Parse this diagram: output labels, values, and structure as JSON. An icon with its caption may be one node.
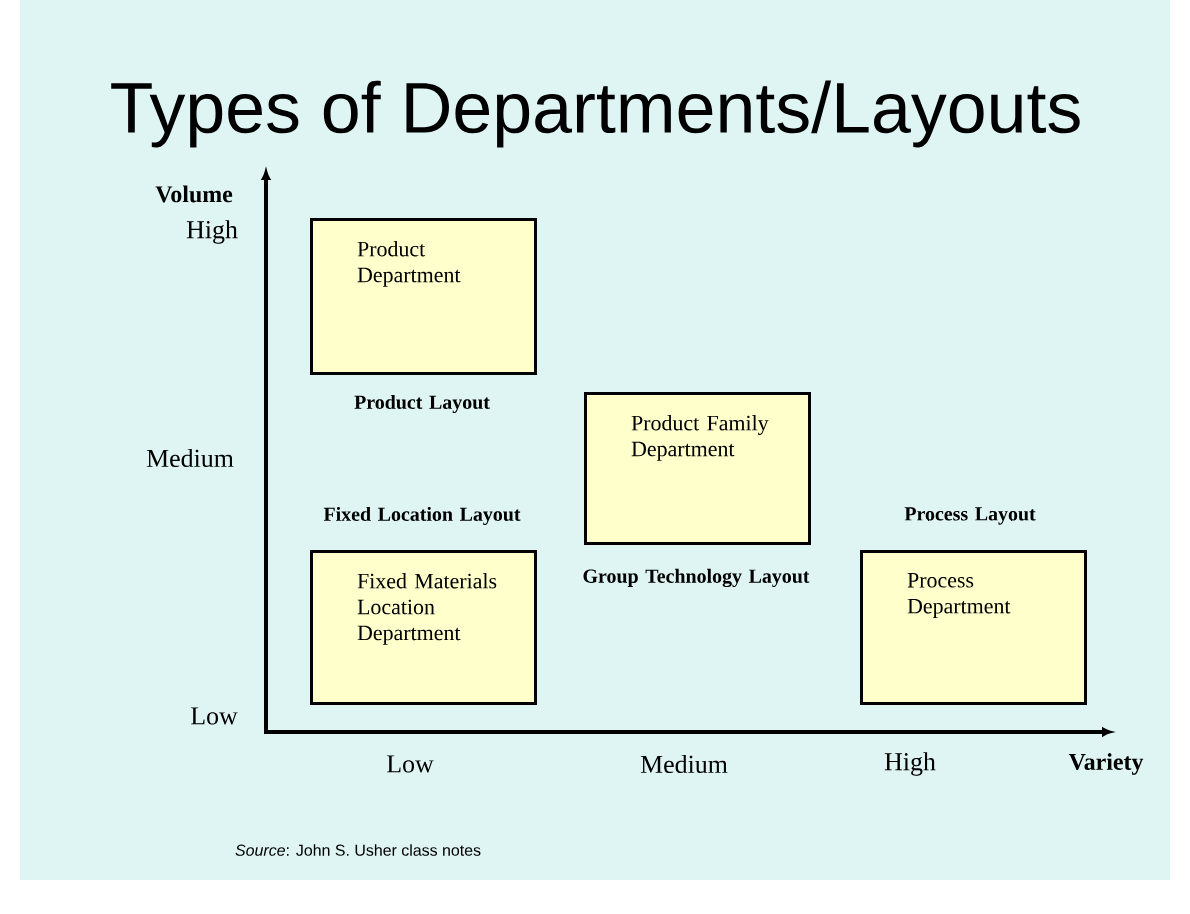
{
  "diagram": {
    "title": "Types of Departments/Layouts",
    "caption": "*Source*: John S. Usher class notes",
    "nodes": [
      {
        "text": [
          "Product Department"
        ],
        "beside": [
          "Product Layout"
        ]
      },
      {
        "text": [
          "Product Family Department"
        ],
        "beside": [
          "Group Technology Layout"
        ]
      },
      {
        "text": [
          "Fixed Materials Location Department"
        ],
        "beside": [
          "Fixed Location Layout"
        ]
      },
      {
        "text": [
          "Process Department"
        ],
        "beside": [
          "Process Layout"
        ]
      }
    ],
    "edges": [],
    "labels": [
      "Volume",
      "High",
      "Medium",
      "Low",
      "Low",
      "Medium",
      "High",
      "Variety"
    ]
  }
}
